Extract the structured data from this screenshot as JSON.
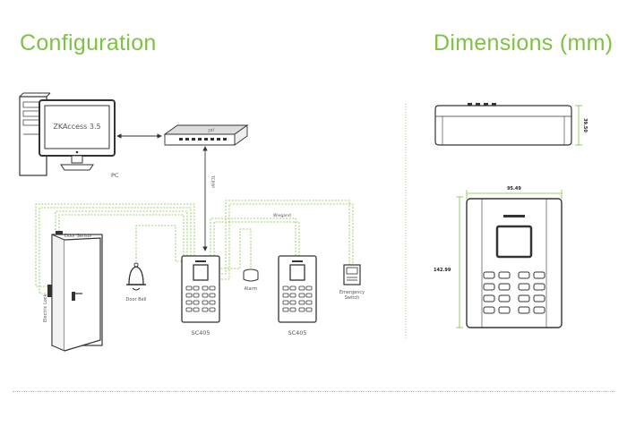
{
  "headings": {
    "configuration": "Configuration",
    "dimensions": "Dimensions (mm)"
  },
  "labels": {
    "software": "ZKAccess 3.5",
    "pc": "PC",
    "switch_brand": "ZKT",
    "tcpip": "TCP/IP",
    "wiegand": "Wiegand",
    "door_sensor": "Door Sensor",
    "electric_lock": "Electric Lock",
    "door_bell": "Door Bell",
    "alarm": "Alarm",
    "emergency_switch_1": "Emergency",
    "emergency_switch_2": "Switch",
    "device_1": "SC405",
    "device_2": "SC405"
  },
  "dimensions": {
    "depth": "39.50",
    "width": "95.49",
    "height": "142.99"
  },
  "colors": {
    "accent": "#7dc242",
    "line": "#333333",
    "dashed": "#7dc242"
  }
}
